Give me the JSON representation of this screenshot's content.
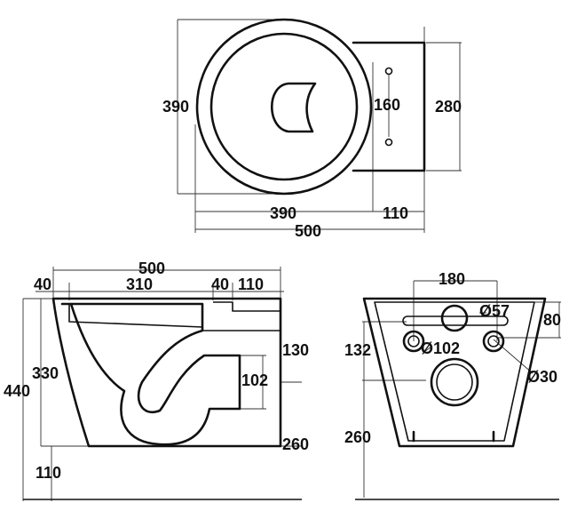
{
  "top_view": {
    "dims": {
      "height_390": "390",
      "hole_spacing_160": "160",
      "back_height_280": "280",
      "bowl_width_390": "390",
      "back_depth_110": "110",
      "total_500": "500"
    }
  },
  "side_view": {
    "dims": {
      "total_500": "500",
      "rim_40_left": "40",
      "inner_310": "310",
      "rim_40_right": "40",
      "back_110": "110",
      "height_330": "330",
      "height_440": "440",
      "drop_130": "130",
      "outlet_102": "102",
      "outlet_height_260": "260",
      "floor_110": "110"
    }
  },
  "back_view": {
    "dims": {
      "width_180": "180",
      "inlet_dia_57": "Ø57",
      "height_80": "80",
      "outlet_dia_102": "Ø102",
      "height_132": "132",
      "bolt_dia_30": "Ø30",
      "height_260": "260"
    }
  }
}
